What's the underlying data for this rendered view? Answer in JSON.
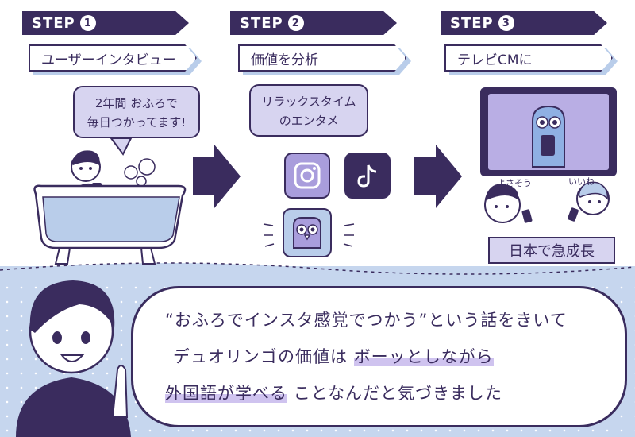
{
  "steps": [
    {
      "label": "STEP",
      "number": "1",
      "title": "ユーザーインタビュー"
    },
    {
      "label": "STEP",
      "number": "2",
      "title": "価値を分析"
    },
    {
      "label": "STEP",
      "number": "3",
      "title": "テレビCMに"
    }
  ],
  "step1": {
    "bubble_line1": "2年間 おふろで",
    "bubble_line2": "毎日つかってます!"
  },
  "step2": {
    "bubble_line1": "リラックスタイム",
    "bubble_line2": "のエンタメ"
  },
  "step3": {
    "reaction_left": "よさそう",
    "reaction_right": "いいね",
    "result": "日本で急成長"
  },
  "speech": {
    "line1": "“おふろでインスタ感覚でつかう”という話をきいて",
    "line2_pre": "デュオリンゴの価値は",
    "line2_hl": "ボーッとしながら",
    "line3_hl": "外国語が学べる",
    "line3_post": "ことなんだと気づきました"
  },
  "colors": {
    "navy": "#3a2c5e",
    "lavender": "#d7d4f0",
    "blue": "#b9cdea",
    "pale_blue": "#c6d6ee"
  }
}
